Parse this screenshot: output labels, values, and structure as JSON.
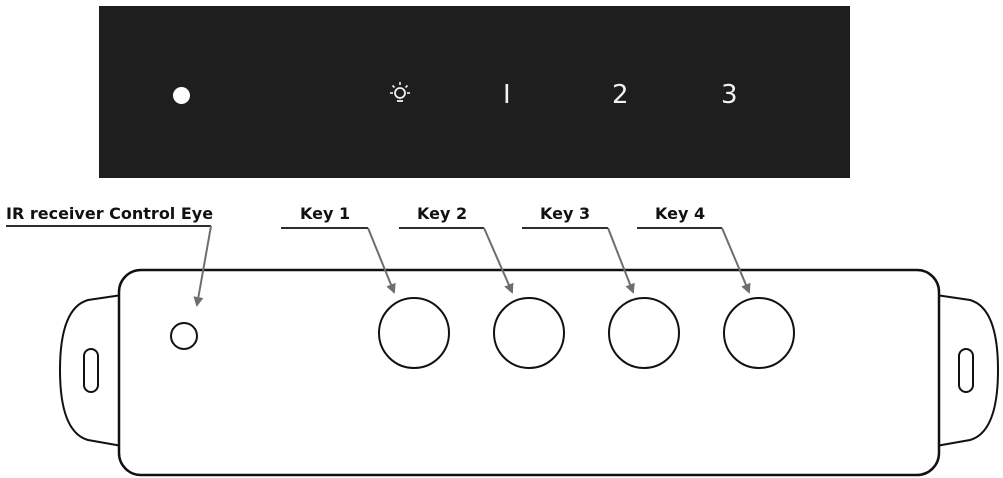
{
  "panel": {
    "indicator": "indicator-dot",
    "light_icon": "light-bulb-icon",
    "keys": [
      "I",
      "2",
      "3"
    ]
  },
  "callouts": {
    "ir": "IR receiver Control Eye",
    "key1": "Key 1",
    "key2": "Key 2",
    "key3": "Key 3",
    "key4": "Key 4"
  },
  "colors": {
    "panel_bg": "#1e1e1e",
    "line": "#111111",
    "arrow": "#6e6e6e"
  }
}
